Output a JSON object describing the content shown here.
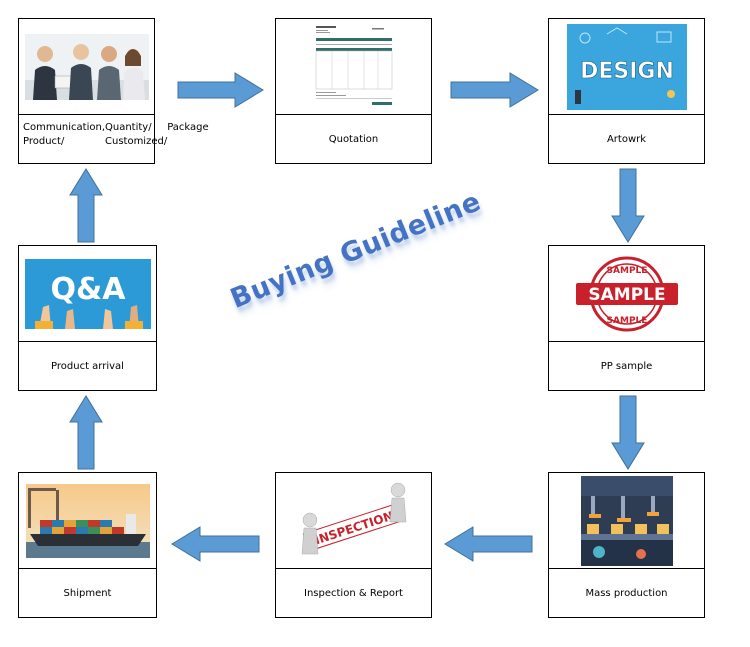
{
  "title": "Buying Guideline",
  "colors": {
    "arrow_fill": "#5b9bd5",
    "arrow_stroke": "#41719c",
    "title": "#4472c4"
  },
  "steps": [
    {
      "label_lines": [
        "Communication, Product/",
        "Quantity/ Customized/",
        "Package"
      ],
      "icon": "business-meeting-photo"
    },
    {
      "label": "Quotation",
      "icon": "quotation-document"
    },
    {
      "label": "Artowrk",
      "icon": "design-banner",
      "image_text": "DESIGN"
    },
    {
      "label": "PP sample",
      "icon": "sample-stamp",
      "image_text": "SAMPLE"
    },
    {
      "label": "Mass production",
      "icon": "factory-production-line"
    },
    {
      "label": "Inspection & Report",
      "icon": "inspection-figures",
      "image_text": "INSPECTION"
    },
    {
      "label": "Shipment",
      "icon": "container-ship-photo"
    },
    {
      "label": "Product arrival",
      "icon": "qa-hands-banner",
      "image_text": "Q&A"
    }
  ]
}
